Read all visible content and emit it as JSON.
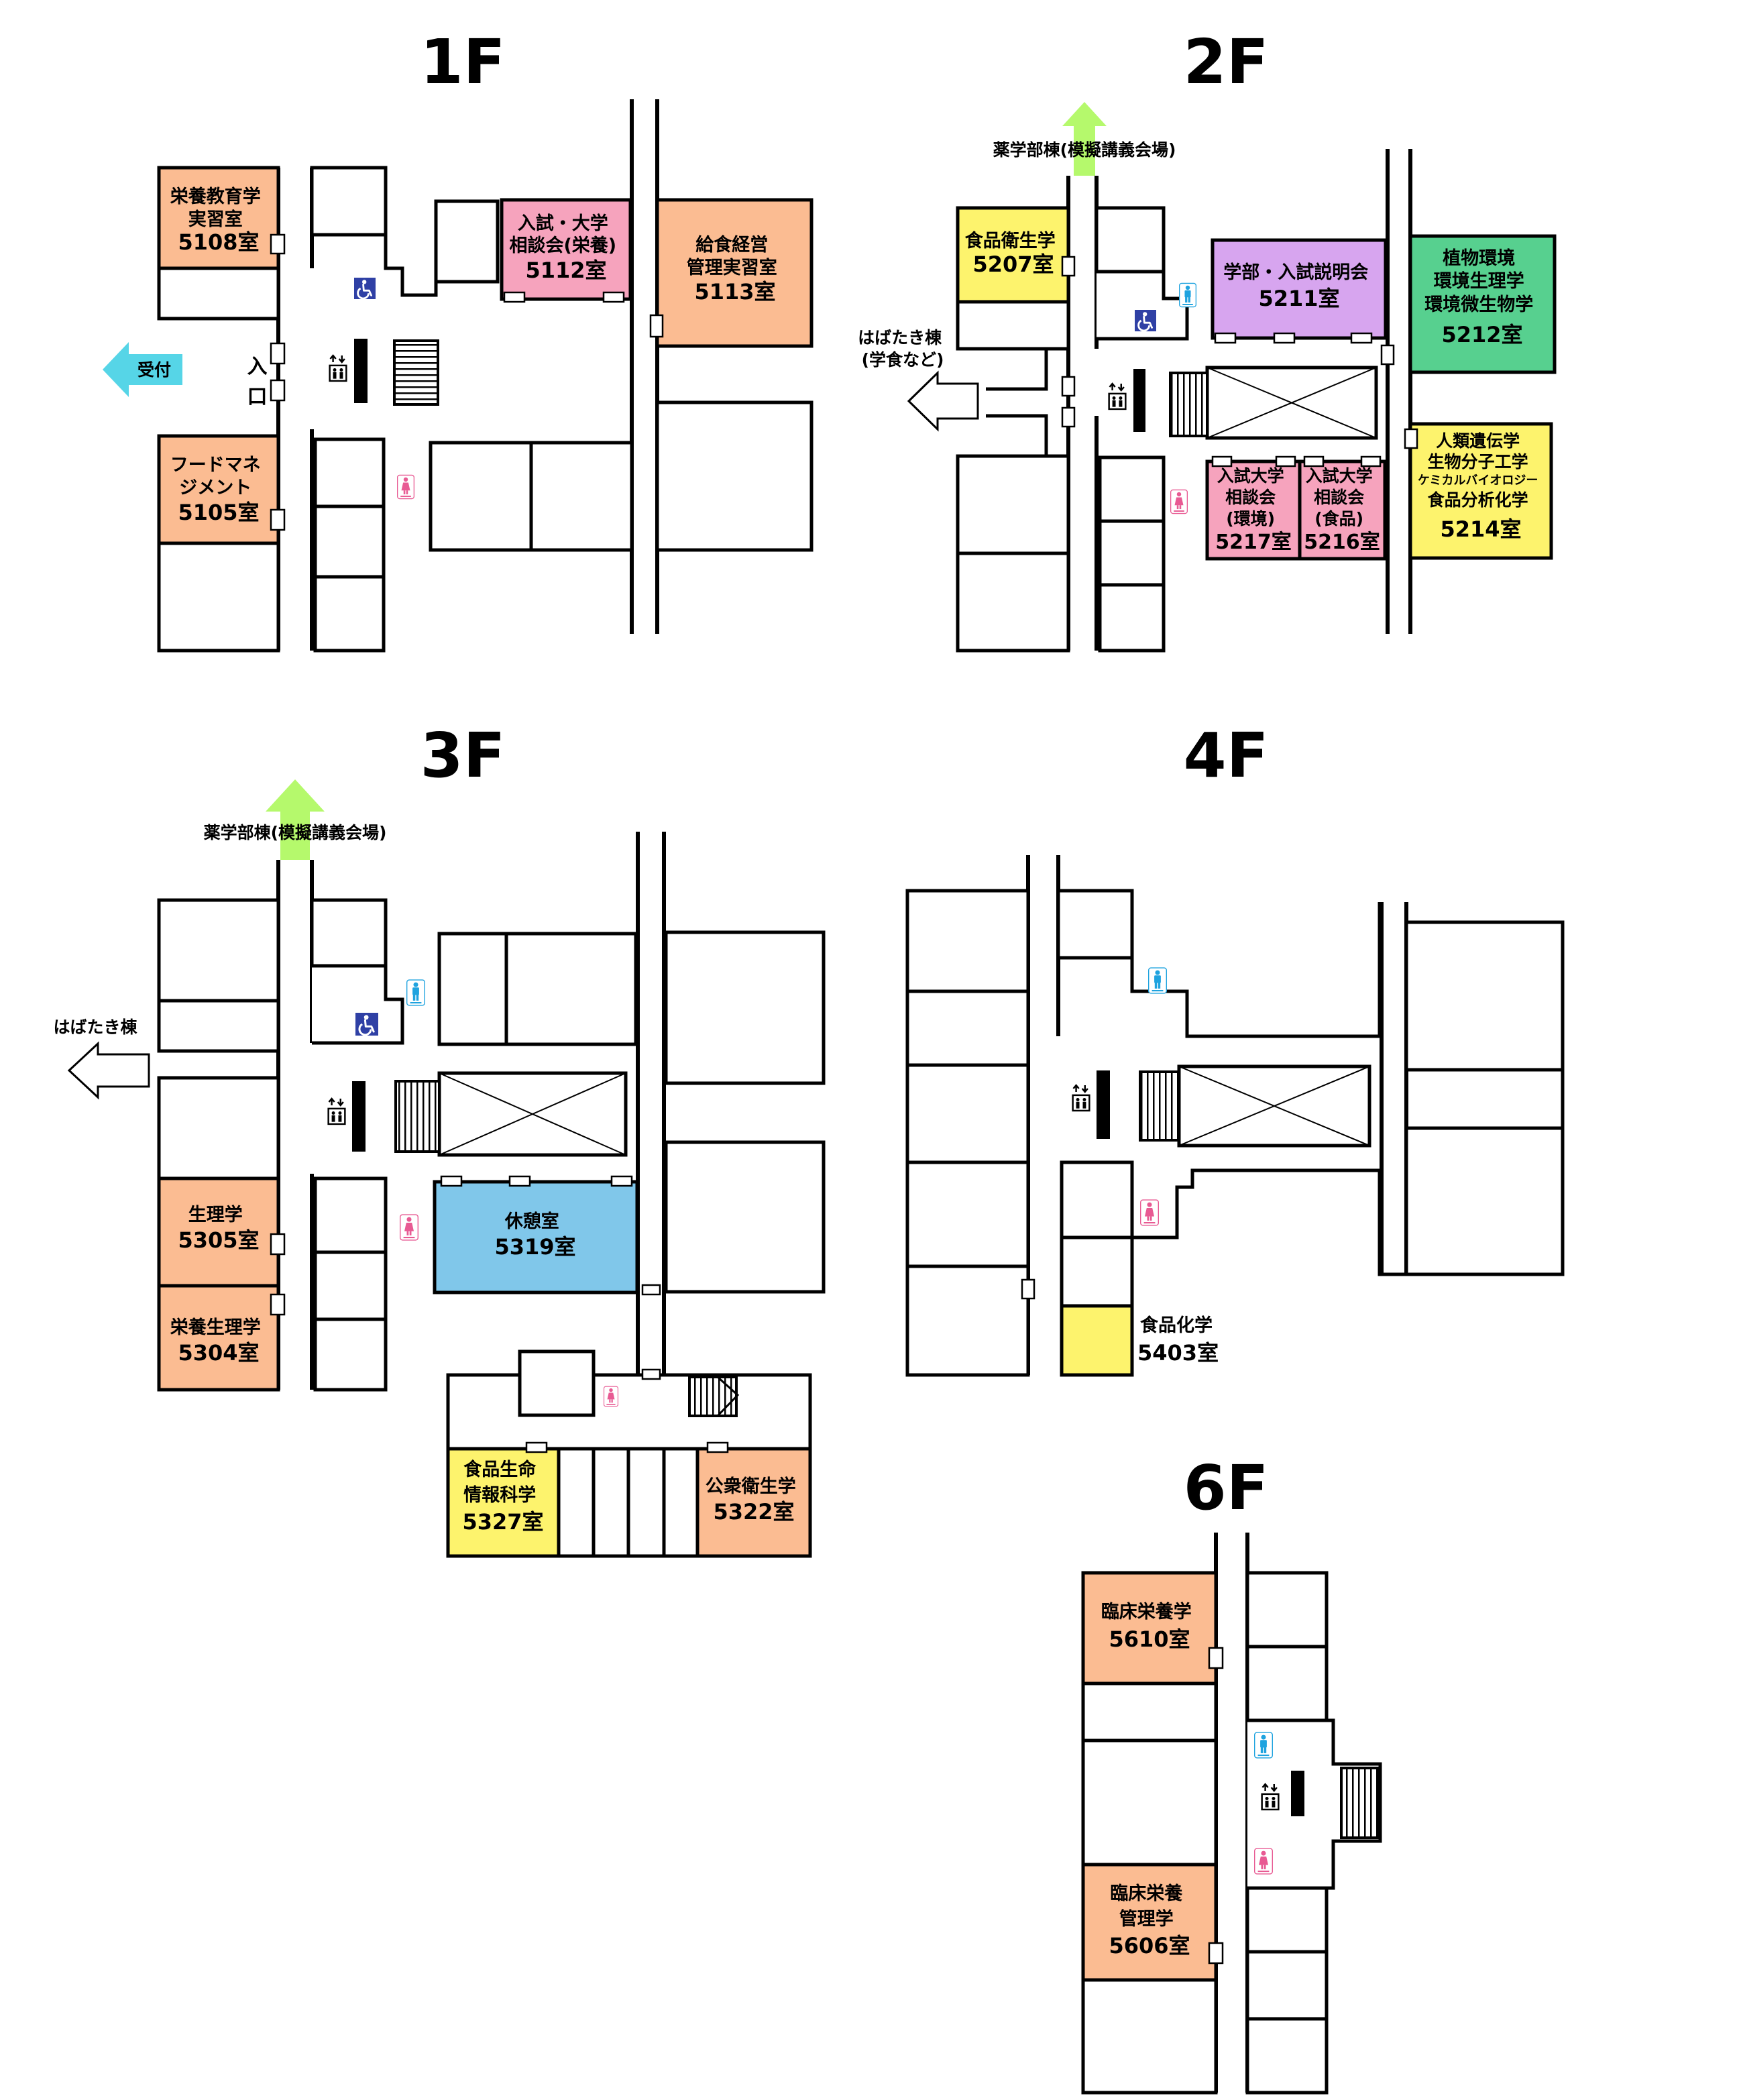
{
  "floors": {
    "f1": {
      "title": "1F",
      "entrance_label": "入口",
      "reception_label": "受付",
      "rooms": {
        "r5108": {
          "lines": [
            "栄養教育学",
            "実習室"
          ],
          "number": "5108室"
        },
        "r5112": {
          "lines": [
            "入試・大学",
            "相談会(栄養)"
          ],
          "number": "5112室"
        },
        "r5113": {
          "lines": [
            "給食経営",
            "管理実習室"
          ],
          "number": "5113室"
        },
        "r5105": {
          "lines": [
            "フードマネ",
            "ジメント"
          ],
          "number": "5105室"
        }
      }
    },
    "f2": {
      "title": "2F",
      "pharmacy_label": "薬学部棟(模擬講義会場)",
      "habataki_lines": [
        "はばたき棟",
        "(学食など)"
      ],
      "rooms": {
        "r5207": {
          "lines": [
            "食品衛生学"
          ],
          "number": "5207室"
        },
        "r5211": {
          "lines": [
            "学部・入試説明会"
          ],
          "number": "5211室"
        },
        "r5212": {
          "lines": [
            "植物環境",
            "環境生理学",
            "環境微生物学"
          ],
          "number": "5212室"
        },
        "r5217": {
          "lines": [
            "入試大学",
            "相談会",
            "(環境)"
          ],
          "number": "5217室"
        },
        "r5216": {
          "lines": [
            "入試大学",
            "相談会",
            "(食品)"
          ],
          "number": "5216室"
        },
        "r5214": {
          "lines": [
            "人類遺伝学",
            "生物分子工学",
            "ケミカルバイオロジー",
            "食品分析化学"
          ],
          "number": "5214室"
        }
      }
    },
    "f3": {
      "title": "3F",
      "pharmacy_label": "薬学部棟(模擬講義会場)",
      "habataki_label": "はばたき棟",
      "rooms": {
        "r5305": {
          "lines": [
            "生理学"
          ],
          "number": "5305室"
        },
        "r5304": {
          "lines": [
            "栄養生理学"
          ],
          "number": "5304室"
        },
        "r5319": {
          "lines": [
            "休憩室"
          ],
          "number": "5319室"
        },
        "r5327": {
          "lines": [
            "食品生命",
            "情報科学"
          ],
          "number": "5327室"
        },
        "r5322": {
          "lines": [
            "公衆衛生学"
          ],
          "number": "5322室"
        }
      }
    },
    "f4": {
      "title": "4F",
      "rooms": {
        "r5403": {
          "lines": [
            "食品化学"
          ],
          "number": "5403室"
        }
      }
    },
    "f6": {
      "title": "6F",
      "rooms": {
        "r5610": {
          "lines": [
            "臨床栄養学"
          ],
          "number": "5610室"
        },
        "r5606": {
          "lines": [
            "臨床栄養",
            "管理学"
          ],
          "number": "5606室"
        }
      }
    }
  },
  "icons": {
    "mens_restroom": "mens-restroom-icon",
    "womens_restroom": "womens-restroom-icon",
    "accessible_restroom": "wheelchair-icon",
    "elevator": "elevator-icon",
    "stairs": "stairs-icon",
    "restroom_sign_men": "MEN",
    "restroom_sign_women": "WOMEN"
  },
  "colors": {
    "orange_room": "#fbbc92",
    "pink_room": "#f6a3bd",
    "purple_room": "#d7a5ef",
    "green_room": "#57d08f",
    "yellow_room": "#fdf36d",
    "blue_room": "#80c7ea",
    "cyan_arrow": "#56d5e7",
    "lime_arrow": "#b5f96c",
    "wheelchair_blue": "#2f40a5",
    "men_blue": "#1fa3df",
    "women_pink": "#e85a93"
  }
}
